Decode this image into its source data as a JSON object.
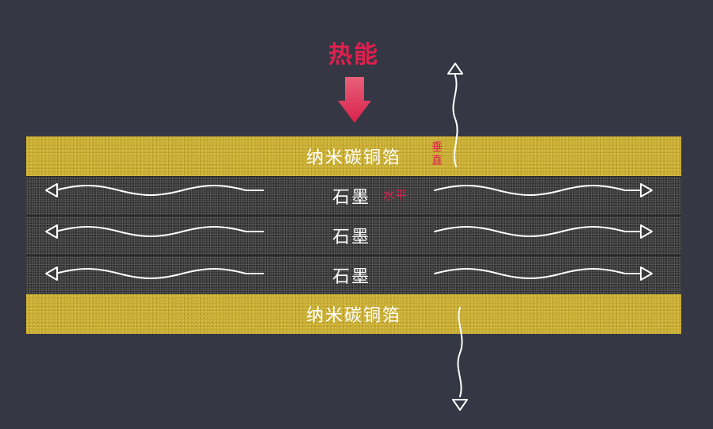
{
  "diagram": {
    "heat_label": "热能",
    "vertical_tag": "垂直",
    "horizontal_tag": "水平",
    "layers": [
      {
        "label": "纳米碳铜箔"
      },
      {
        "label": "石墨"
      },
      {
        "label": "石墨"
      },
      {
        "label": "石墨"
      },
      {
        "label": "纳米碳铜箔"
      }
    ]
  },
  "colors": {
    "background": "#363744",
    "accent": "#e0204e",
    "foil": "#c9ad33",
    "graphite": "#3b3b3b",
    "arrow_line": "#ffffff"
  }
}
